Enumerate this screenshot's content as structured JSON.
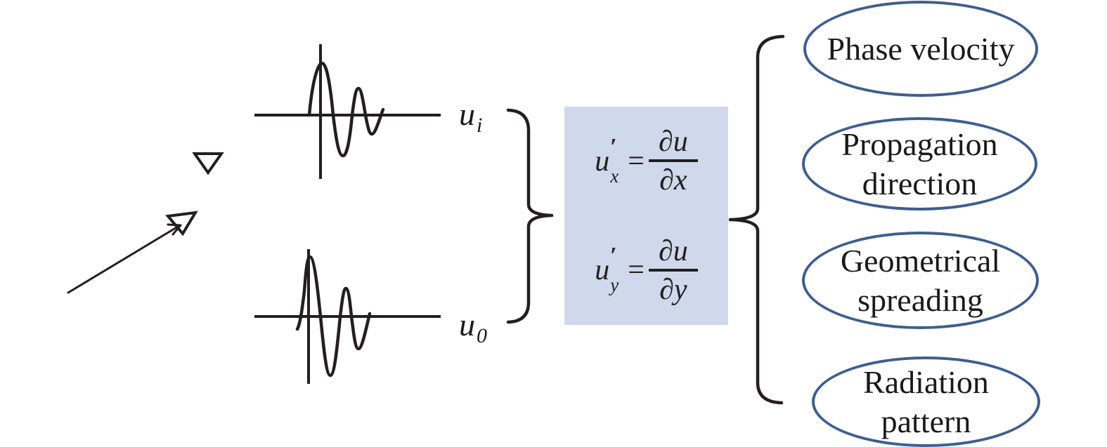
{
  "labels": {
    "trace_top": {
      "base": "u",
      "sub": "i"
    },
    "trace_bottom": {
      "base": "u",
      "sub": "0"
    }
  },
  "equations": {
    "x": {
      "base": "u",
      "prime": "′",
      "sub": "x",
      "equals": "=",
      "numerator": "∂u",
      "denominator": "∂x"
    },
    "y": {
      "base": "u",
      "prime": "′",
      "sub": "y",
      "equals": "=",
      "numerator": "∂u",
      "denominator": "∂y"
    }
  },
  "outcomes": [
    {
      "line1": "Phase velocity",
      "line2": ""
    },
    {
      "line1": "Propagation",
      "line2": "direction"
    },
    {
      "line1": "Geometrical",
      "line2": "spreading"
    },
    {
      "line1": "Radiation",
      "line2": "pattern"
    }
  ],
  "colors": {
    "ink": "#231f20",
    "equation_box_fill": "#cfd9eb",
    "ellipse_stroke": "#3e5e90",
    "text": "#1a1a1a"
  }
}
